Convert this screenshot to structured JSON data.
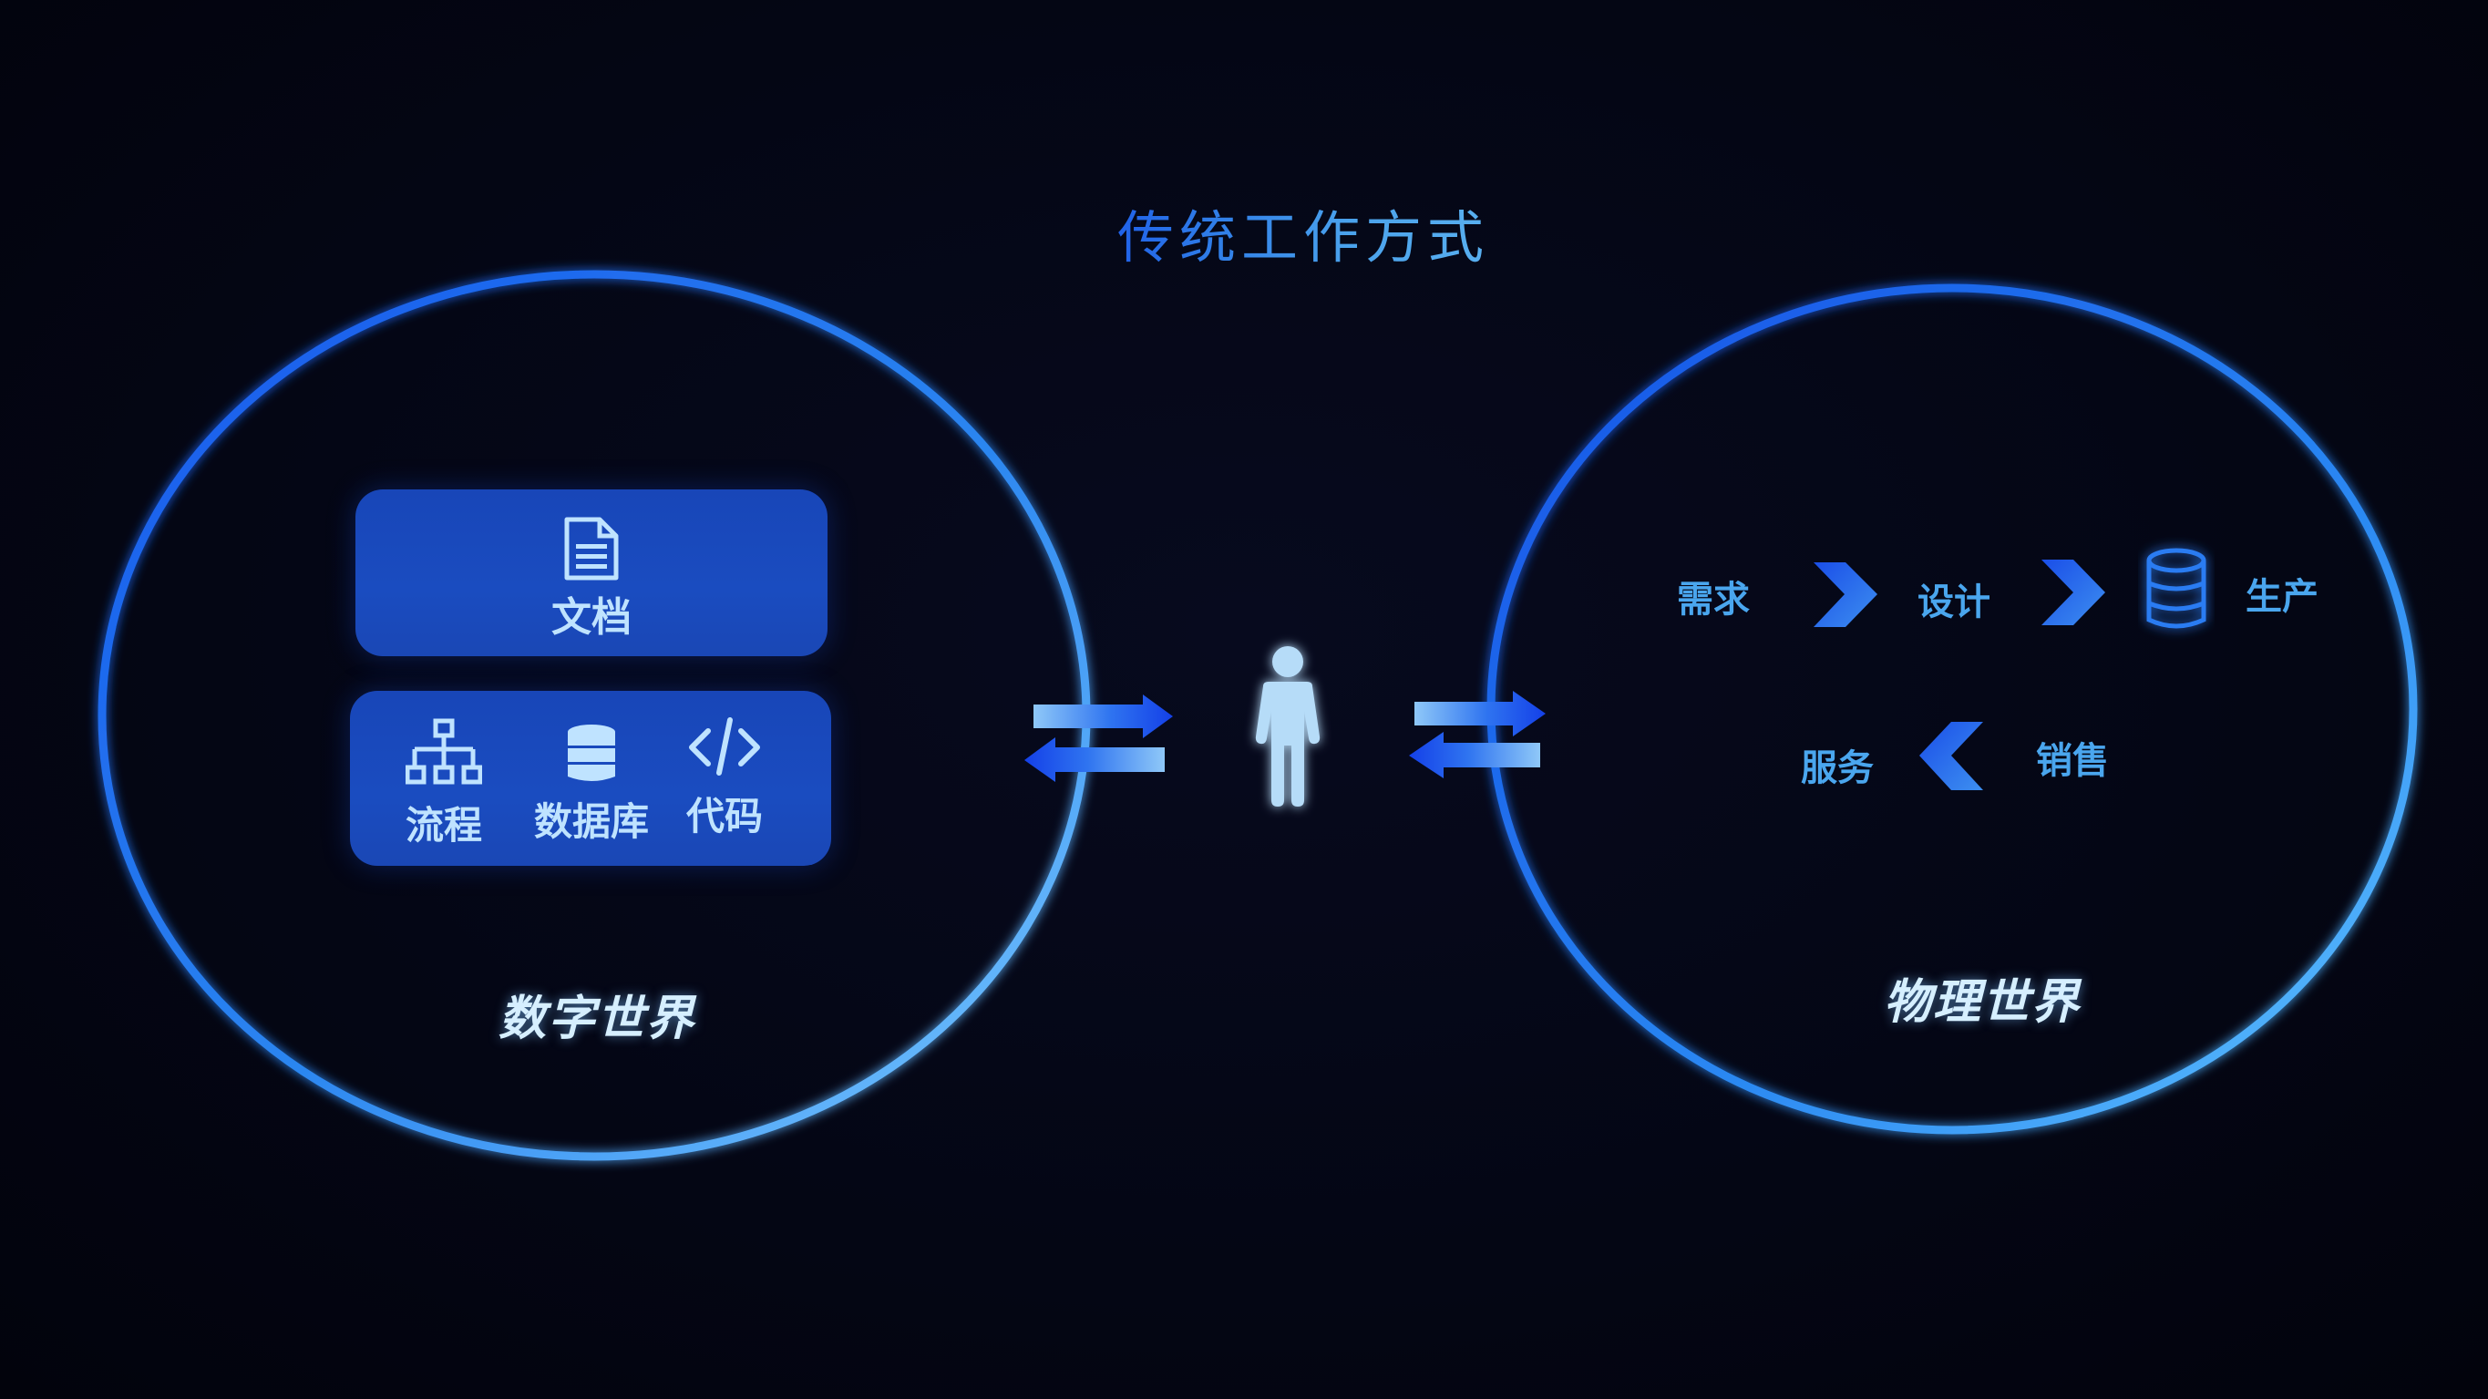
{
  "title": "传统工作方式",
  "digital_world": {
    "caption": "数字世界",
    "top_box": {
      "icon": "document-icon",
      "label": "文档"
    },
    "bottom_box": {
      "items": [
        {
          "icon": "flowchart-icon",
          "label": "流程"
        },
        {
          "icon": "database-icon",
          "label": "数据库"
        },
        {
          "icon": "code-icon",
          "label": "代码"
        }
      ]
    }
  },
  "center": {
    "icon": "person-icon"
  },
  "physical_world": {
    "caption": "物理世界",
    "flow_row_1": [
      "需求",
      "设计",
      "生产"
    ],
    "flow_row_2": [
      "服务",
      "销售"
    ],
    "production_icon": "database-outline-icon"
  },
  "colors": {
    "background": "#03040f",
    "ring_dark": "#1a5cf0",
    "ring_light": "#5fc0ff",
    "box_fill": "#1a4abd",
    "label_light": "#bfe3ff",
    "flow_text": "#4aa6ee"
  }
}
